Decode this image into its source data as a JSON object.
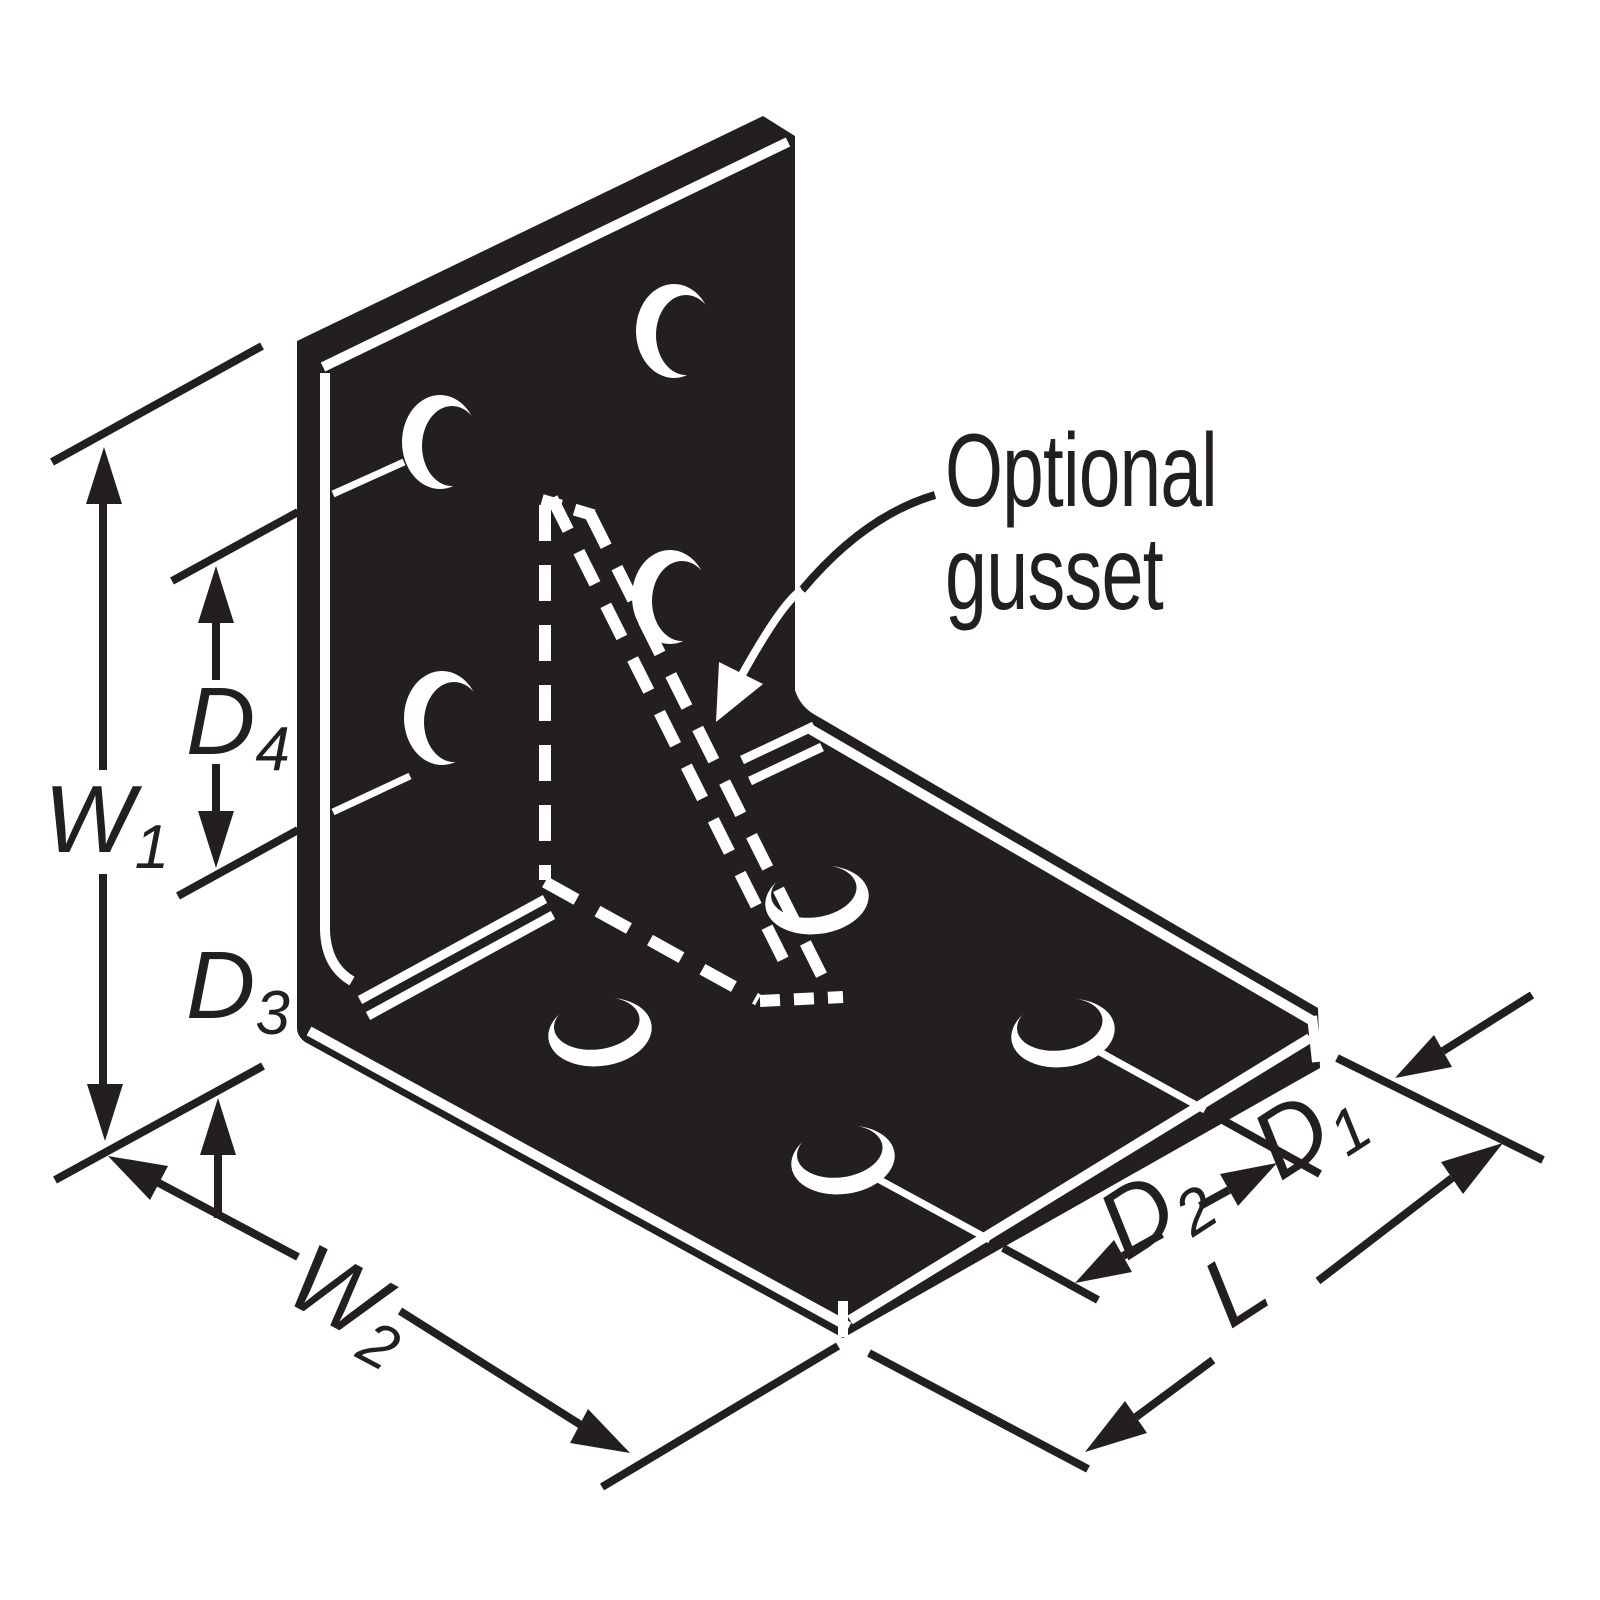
{
  "diagram": {
    "kind": "isometric technical line drawing of an L-shaped angle bracket with screw holes and an optional diagonal gusset shown dashed",
    "plates": {
      "vertical_plate_holes": 4,
      "horizontal_plate_holes": 4
    }
  },
  "labels": {
    "w1": {
      "main": "W",
      "sub": "1"
    },
    "w2": {
      "main": "W",
      "sub": "2"
    },
    "d1": {
      "main": "D",
      "sub": "1"
    },
    "d2": {
      "main": "D",
      "sub": "2"
    },
    "d3": {
      "main": "D",
      "sub": "3"
    },
    "d4": {
      "main": "D",
      "sub": "4"
    },
    "l": {
      "main": "L",
      "sub": ""
    }
  },
  "annotation": {
    "line1": "Optional",
    "line2": "gusset"
  },
  "colors": {
    "ink": "#231f20",
    "paper": "#ffffff"
  }
}
